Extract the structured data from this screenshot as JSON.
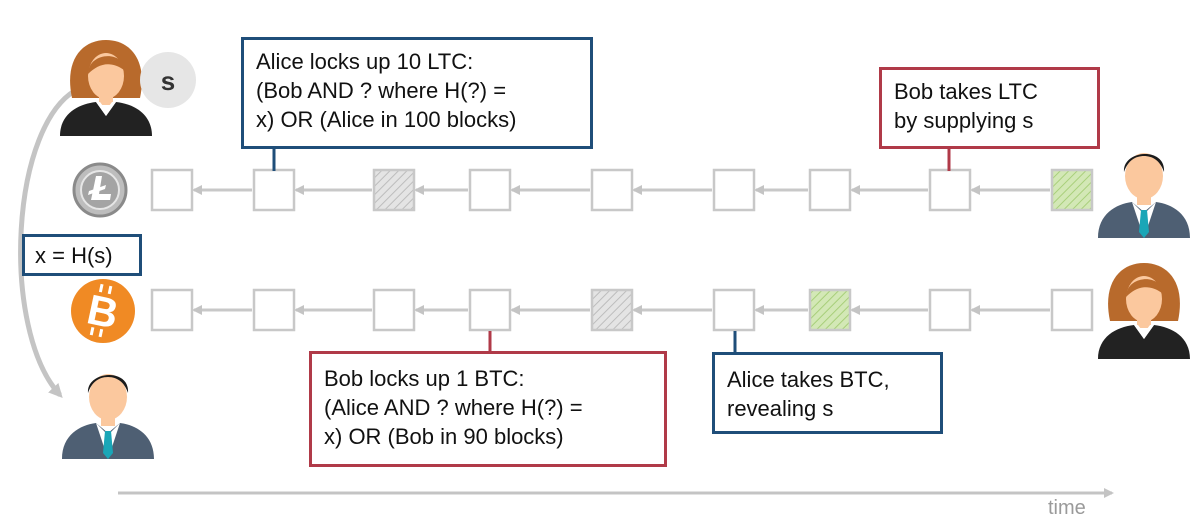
{
  "secret_bubble": {
    "text": "s"
  },
  "hash_box": {
    "text": "x = H(s)"
  },
  "callouts": {
    "alice_lock": {
      "lines": [
        "Alice locks up 10 LTC:",
        "(Bob AND ? where H(?) =",
        "x) OR (Alice in 100 blocks)"
      ]
    },
    "bob_takes": {
      "lines": [
        "Bob takes LTC",
        "by supplying s"
      ]
    },
    "bob_lock": {
      "lines": [
        "Bob locks up 1 BTC:",
        "(Alice AND ? where H(?) =",
        "x) OR (Bob in 90 blocks)"
      ]
    },
    "alice_takes": {
      "lines": [
        "Alice takes BTC,",
        "revealing s"
      ]
    }
  },
  "chains": {
    "ltc": {
      "block_count": 9,
      "lock_block": 2,
      "claim_block": 8
    },
    "btc": {
      "block_count": 9,
      "lock_block": 4,
      "claim_block": 6
    }
  },
  "axis": {
    "label": "time"
  },
  "colors": {
    "blue_border": "#1f4e79",
    "red_border": "#b03a48",
    "block_border": "#c8c8c8",
    "lock_fill": "#d9d9d9",
    "claim_fill": "#c5dfa4",
    "bitcoin_orange": "#f08a24",
    "litecoin_gray": "#9c9c9c"
  },
  "icons": {
    "litecoin": "litecoin-logo-icon",
    "bitcoin": "bitcoin-logo-icon",
    "alice": "woman-avatar-icon",
    "bob": "man-avatar-icon"
  }
}
